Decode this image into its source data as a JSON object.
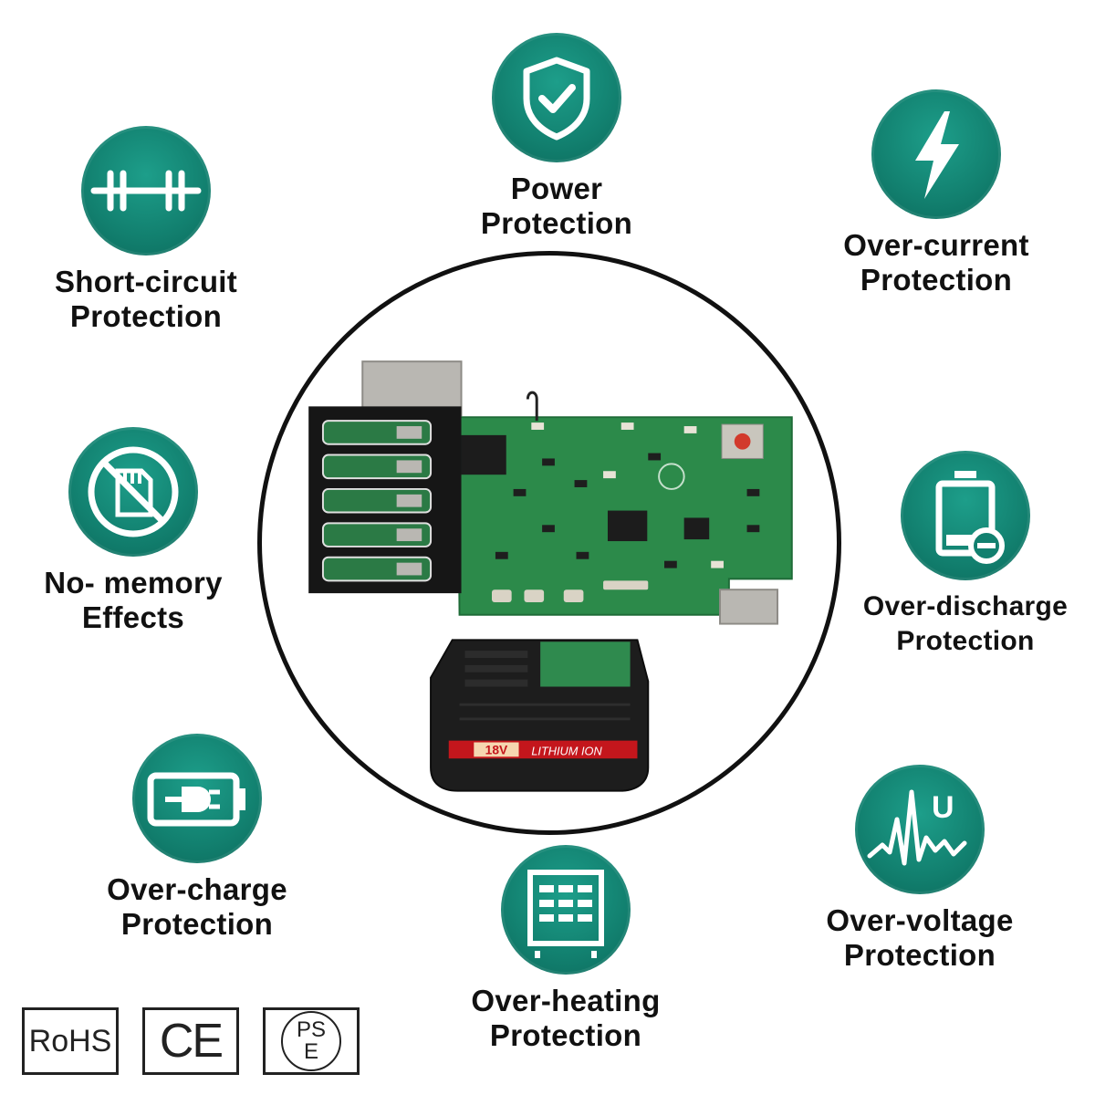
{
  "features": {
    "power": {
      "line1": "Power",
      "line2": "Protection",
      "icon": "shield-check-icon"
    },
    "short_circuit": {
      "line1": "Short-circuit",
      "line2": "Protection",
      "icon": "circuit-icon"
    },
    "over_current": {
      "line1": "Over-current",
      "line2": "Protection",
      "icon": "lightning-icon"
    },
    "no_memory": {
      "line1": "No- memory",
      "line2": "Effects",
      "icon": "no-memory-card-icon"
    },
    "over_discharge": {
      "line1": "Over-discharge",
      "line2": "Protection",
      "icon": "battery-discharge-icon"
    },
    "over_charge": {
      "line1": "Over-charge",
      "line2": "Protection",
      "icon": "battery-plug-icon"
    },
    "over_heating": {
      "line1": "Over-heating",
      "line2": "Protection",
      "icon": "heat-grid-icon"
    },
    "over_voltage": {
      "line1": "Over-voltage",
      "line2": "Protection",
      "icon": "voltage-wave-icon"
    }
  },
  "product": {
    "battery_voltage": "18V",
    "battery_type": "LITHIUM ION"
  },
  "certifications": {
    "rohs": "RoHS",
    "ce": "CE",
    "pse_top": "PS",
    "pse_bottom": "E"
  },
  "colors": {
    "teal": "#12806f",
    "pcb_green": "#2c8a4a",
    "battery_red": "#c4161c"
  }
}
